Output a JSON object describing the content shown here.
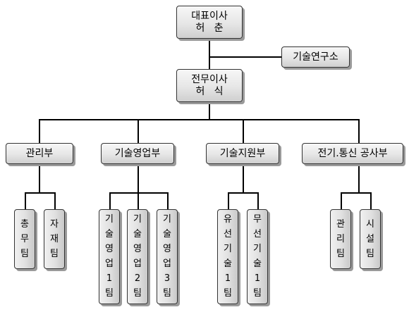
{
  "org_chart": {
    "ceo": {
      "title": "대표이사",
      "name": "허   춘"
    },
    "lab": {
      "label": "기술연구소"
    },
    "executive": {
      "title": "전무이사",
      "name": "허   식"
    },
    "departments": [
      {
        "label": "관리부",
        "teams": [
          {
            "label": "총무팀",
            "chars": [
              "총",
              "무",
              "팀"
            ]
          },
          {
            "label": "자재팀",
            "chars": [
              "자",
              "재",
              "팀"
            ]
          }
        ]
      },
      {
        "label": "기술영업부",
        "teams": [
          {
            "label": "기술영업1팀",
            "chars": [
              "기",
              "술",
              "영",
              "업",
              "1",
              "팀"
            ]
          },
          {
            "label": "기술영업2팀",
            "chars": [
              "기",
              "술",
              "영",
              "업",
              "2",
              "팀"
            ]
          },
          {
            "label": "기술영업3팀",
            "chars": [
              "기",
              "술",
              "영",
              "업",
              "3",
              "팀"
            ]
          }
        ]
      },
      {
        "label": "기술지원부",
        "teams": [
          {
            "label": "유선기술1팀",
            "chars": [
              "유",
              "선",
              "기",
              "술",
              "1",
              "팀"
            ]
          },
          {
            "label": "무선기술1팀",
            "chars": [
              "무",
              "선",
              "기",
              "술",
              "1",
              "팀"
            ]
          }
        ]
      },
      {
        "label": "전기.통신 공사부",
        "teams": [
          {
            "label": "관리팀",
            "chars": [
              "관",
              "리",
              "팀"
            ]
          },
          {
            "label": "시설팀",
            "chars": [
              "시",
              "설",
              "팀"
            ]
          }
        ]
      }
    ]
  }
}
